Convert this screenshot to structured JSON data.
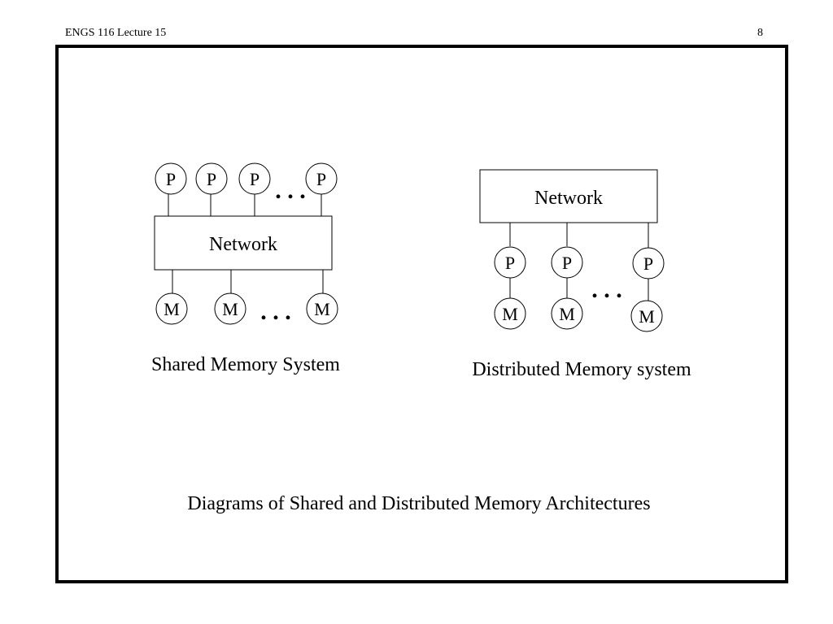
{
  "header": {
    "course": "ENGS 116  Lecture 15",
    "page_number": "8"
  },
  "shared": {
    "processor_label": "P",
    "memory_label": "M",
    "network_label": "Network",
    "ellipsis": ". . .",
    "caption": "Shared Memory System"
  },
  "distributed": {
    "processor_label": "P",
    "memory_label": "M",
    "network_label": "Network",
    "ellipsis": ". . .",
    "caption": "Distributed Memory system"
  },
  "caption": "Diagrams of Shared and Distributed Memory Architectures"
}
